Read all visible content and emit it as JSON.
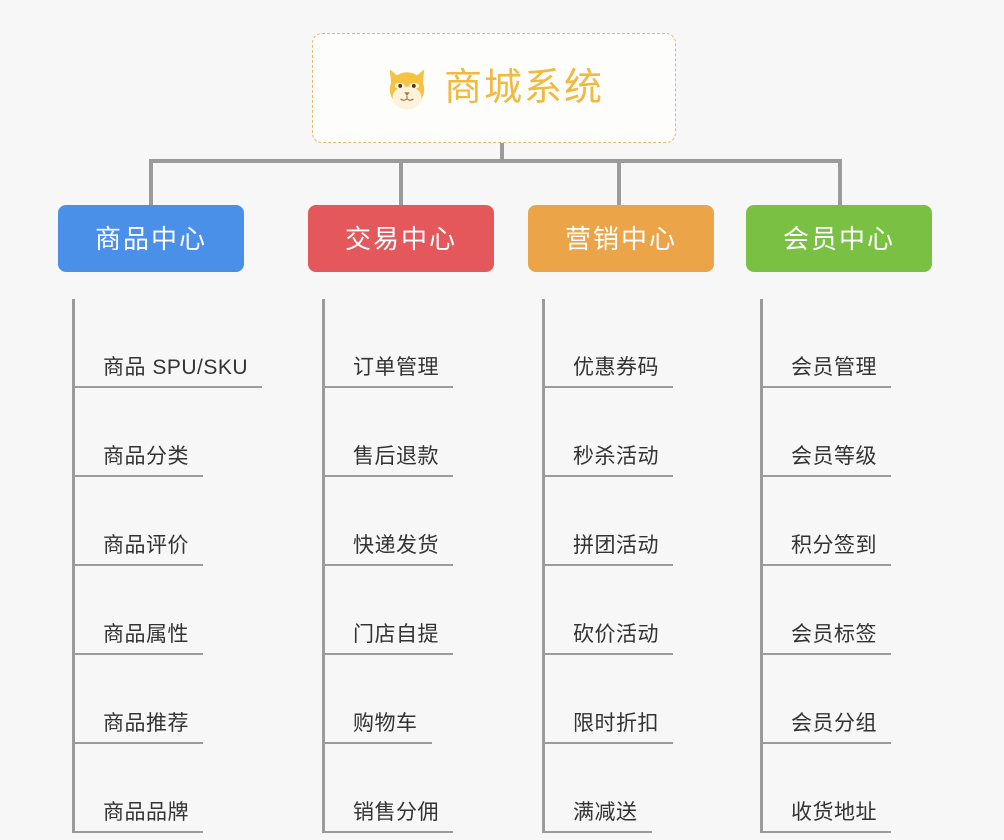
{
  "canvas": {
    "background_color": "#f7f7f7",
    "line_color": "#9b9b9b"
  },
  "root": {
    "title": "商城系统",
    "icon": "shiba-inu-dog-face-emoji",
    "text_color": "#f0b93f",
    "border_color": "#e8b866",
    "background_color": "#fdfdfc"
  },
  "categories": [
    {
      "label": "商品中心",
      "color": "#4a90e8",
      "items": [
        {
          "label": "商品 SPU/SKU"
        },
        {
          "label": "商品分类"
        },
        {
          "label": "商品评价"
        },
        {
          "label": "商品属性"
        },
        {
          "label": "商品推荐"
        },
        {
          "label": "商品品牌"
        }
      ]
    },
    {
      "label": "交易中心",
      "color": "#e4585c",
      "items": [
        {
          "label": "订单管理"
        },
        {
          "label": "售后退款"
        },
        {
          "label": "快递发货"
        },
        {
          "label": "门店自提"
        },
        {
          "label": "购物车"
        },
        {
          "label": "销售分佣"
        }
      ]
    },
    {
      "label": "营销中心",
      "color": "#eba447",
      "items": [
        {
          "label": "优惠券码"
        },
        {
          "label": "秒杀活动"
        },
        {
          "label": "拼团活动"
        },
        {
          "label": "砍价活动"
        },
        {
          "label": "限时折扣"
        },
        {
          "label": "满减送"
        }
      ]
    },
    {
      "label": "会员中心",
      "color": "#7ac143",
      "items": [
        {
          "label": "会员管理"
        },
        {
          "label": "会员等级"
        },
        {
          "label": "积分签到"
        },
        {
          "label": "会员标签"
        },
        {
          "label": "会员分组"
        },
        {
          "label": "收货地址"
        }
      ]
    }
  ]
}
